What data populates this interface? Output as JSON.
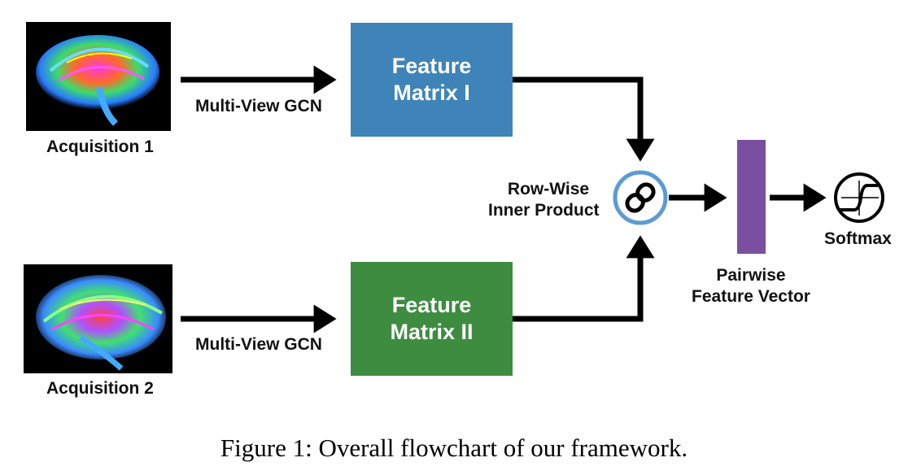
{
  "diagram": {
    "acquisition_1_label": "Acquisition 1",
    "acquisition_2_label": "Acquisition 2",
    "gcn_label_top": "Multi-View GCN",
    "gcn_label_bottom": "Multi-View GCN",
    "feature_matrix_1": {
      "line1": "Feature",
      "line2": "Matrix I",
      "color": "#3f84b8"
    },
    "feature_matrix_2": {
      "line1": "Feature",
      "line2": "Matrix II",
      "color": "#3e8c40"
    },
    "inner_product": {
      "line1": "Row-Wise",
      "line2": "Inner Product",
      "ring_color": "#5b9bd5"
    },
    "pairwise": {
      "line1": "Pairwise",
      "line2": "Feature Vector",
      "color": "#7b4fa0"
    },
    "softmax_label": "Softmax",
    "icons": [
      "brain-tractography-image-1",
      "brain-tractography-image-2",
      "link-icon",
      "softmax-sigmoid-icon"
    ]
  },
  "caption": "Figure 1: Overall flowchart of our framework."
}
